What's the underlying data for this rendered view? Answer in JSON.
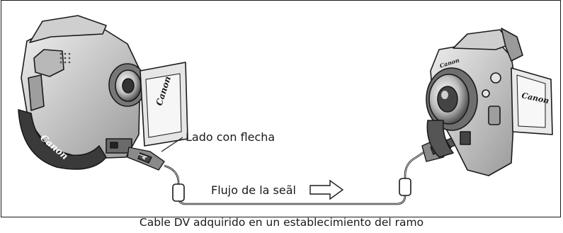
{
  "labels": {
    "arrow_side": "Lado con flecha",
    "signal_flow": "Flujo de la seãl",
    "caption": "Cable DV adquirido en un establecimiento del ramo"
  },
  "left_camera": {
    "brand_body": "Canon",
    "brand_strap": "Canon"
  },
  "right_camera": {
    "brand_screen": "Canon",
    "brand_lens": "Canon"
  },
  "colors": {
    "ink": "#1a1a1a",
    "body_light": "#d9d9d9",
    "body_mid": "#a8a8a8",
    "body_dark": "#5a5a5a"
  }
}
